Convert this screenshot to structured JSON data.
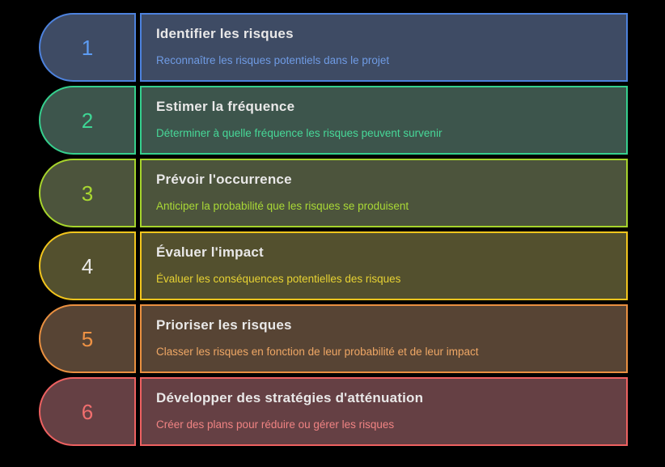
{
  "page": {
    "background": "#000000",
    "title_color": "#e9e8e8"
  },
  "steps": [
    {
      "number": "1",
      "title": "Identifier les risques",
      "description": "Reconnaître les risques potentiels dans le projet",
      "accent": "#4d82dd",
      "fill": "#3e4b64",
      "number_color": "#5d9cf3",
      "description_color": "#6f9be4"
    },
    {
      "number": "2",
      "title": "Estimer la fréquence",
      "description": "Déterminer à quelle fréquence les risques peuvent survenir",
      "accent": "#35d08e",
      "fill": "#3d554c",
      "number_color": "#3ed695",
      "description_color": "#47d898"
    },
    {
      "number": "3",
      "title": "Prévoir l'occurrence",
      "description": "Anticiper la probabilité que les risques se produisent",
      "accent": "#a6d42c",
      "fill": "#4c543c",
      "number_color": "#a9d831",
      "description_color": "#a9d836"
    },
    {
      "number": "4",
      "title": "Évaluer l'impact",
      "description": "Évaluer les conséquences potentielles des risques",
      "accent": "#f2c51d",
      "fill": "#53502e",
      "number_color": "#e9e8e6",
      "description_color": "#e7d233"
    },
    {
      "number": "5",
      "title": "Prioriser les risques",
      "description": "Classer les risques en fonction de leur probabilité et de leur impact",
      "accent": "#ea9040",
      "fill": "#574434",
      "number_color": "#ef9244",
      "description_color": "#efa765"
    },
    {
      "number": "6",
      "title": "Développer des stratégies d'atténuation",
      "description": "Créer des plans pour réduire ou gérer les risques",
      "accent": "#ee6161",
      "fill": "#654044",
      "number_color": "#f16e6e",
      "description_color": "#f08383"
    }
  ]
}
